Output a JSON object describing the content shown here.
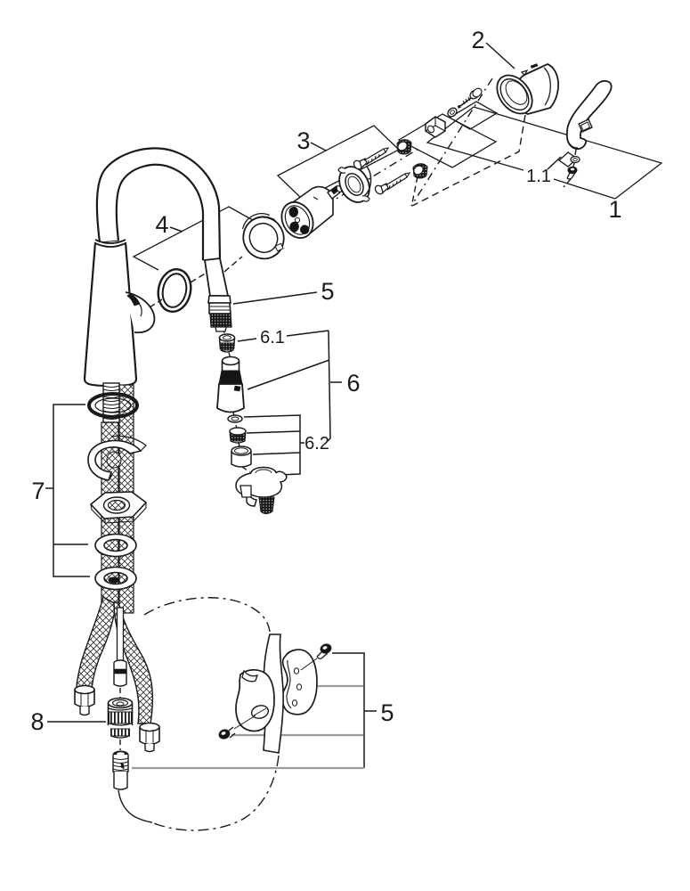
{
  "figure": {
    "kind": "exploded-parts-diagram",
    "subject-icon": "pull-down-kitchen-faucet-diagram"
  },
  "colors": {
    "ink": "#1a1a1a",
    "muted_line": "#9b9b9b",
    "background": "#ffffff"
  },
  "labels": {
    "part1": "1",
    "part1_1": "1.1",
    "part2": "2",
    "part3": "3",
    "part4": "4",
    "part5_spout": "5",
    "part5_weight": "5",
    "part6": "6",
    "part6_1": "6.1",
    "part6_2": "6.2",
    "part7": "7",
    "part8": "8"
  }
}
